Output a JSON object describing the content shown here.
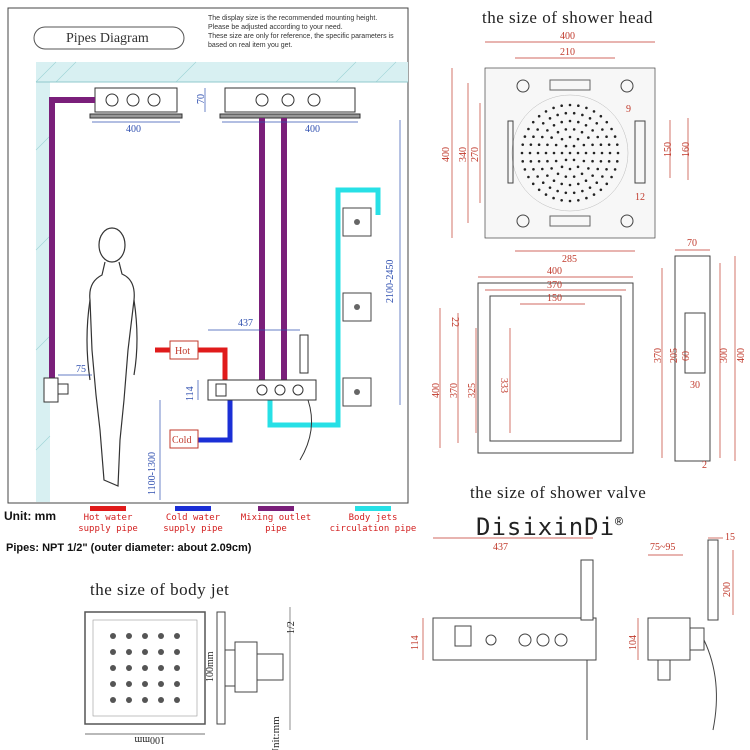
{
  "pipes_diagram": {
    "title": "Pipes Diagram",
    "notes": [
      "The display size is the recommended mounting height.",
      "Please be adjusted according to your need.",
      "These size are only for reference, the specific parameters is based on real item you get."
    ],
    "dims": {
      "head1_width": "400",
      "head2_width": "400",
      "head_depth": "70",
      "outlet_height": "75",
      "valve_offset": "437",
      "valve_height": "114",
      "valve_mount": "1100-1300",
      "head_mount": "2100-2450"
    },
    "labels": {
      "hot": "Hot",
      "cold": "Cold"
    }
  },
  "legend": {
    "unit": "Unit: mm",
    "items": [
      {
        "label": "Hot water supply pipe",
        "color": "#e01b1b"
      },
      {
        "label": "Cold water supply pipe",
        "color": "#1b2fd6"
      },
      {
        "label": "Mixing outlet pipe",
        "color": "#7a1f7a"
      },
      {
        "label": "Body jets circulation pipe",
        "color": "#27e0e6"
      }
    ],
    "pipes_note": "Pipes: NPT 1/2\" (outer diameter: about 2.09cm)"
  },
  "shower_head": {
    "title": "the size of shower head",
    "dims": {
      "top_width": "400",
      "inner_width": "210",
      "bottom_width": "285",
      "height": "400",
      "h340": "340",
      "h270": "270",
      "side9": "9",
      "side150": "150",
      "side160": "160",
      "side12": "12",
      "view2_width": "400",
      "view2_370": "370",
      "view2_150": "150",
      "view2_22": "22",
      "view2_h400": "400",
      "view2_h370": "370",
      "view2_325": "325",
      "view2_333": "333",
      "side_70": "70",
      "side_370": "370",
      "side_205": "205",
      "side_60": "60",
      "side_300": "300",
      "side_400": "400",
      "side_30": "30",
      "side_2": "2"
    }
  },
  "shower_valve": {
    "title": "the size of shower valve",
    "brand": "DisixinDi",
    "brand_mark": "®",
    "dims": {
      "width": "437",
      "height": "114",
      "range": "75~95",
      "depth": "15",
      "hose": "200",
      "side_height": "104"
    }
  },
  "body_jet": {
    "title": "the size of body jet",
    "dims": {
      "height": "100mm",
      "width": "100mm",
      "thread": "1/2",
      "unit": "Unit:mm"
    }
  }
}
